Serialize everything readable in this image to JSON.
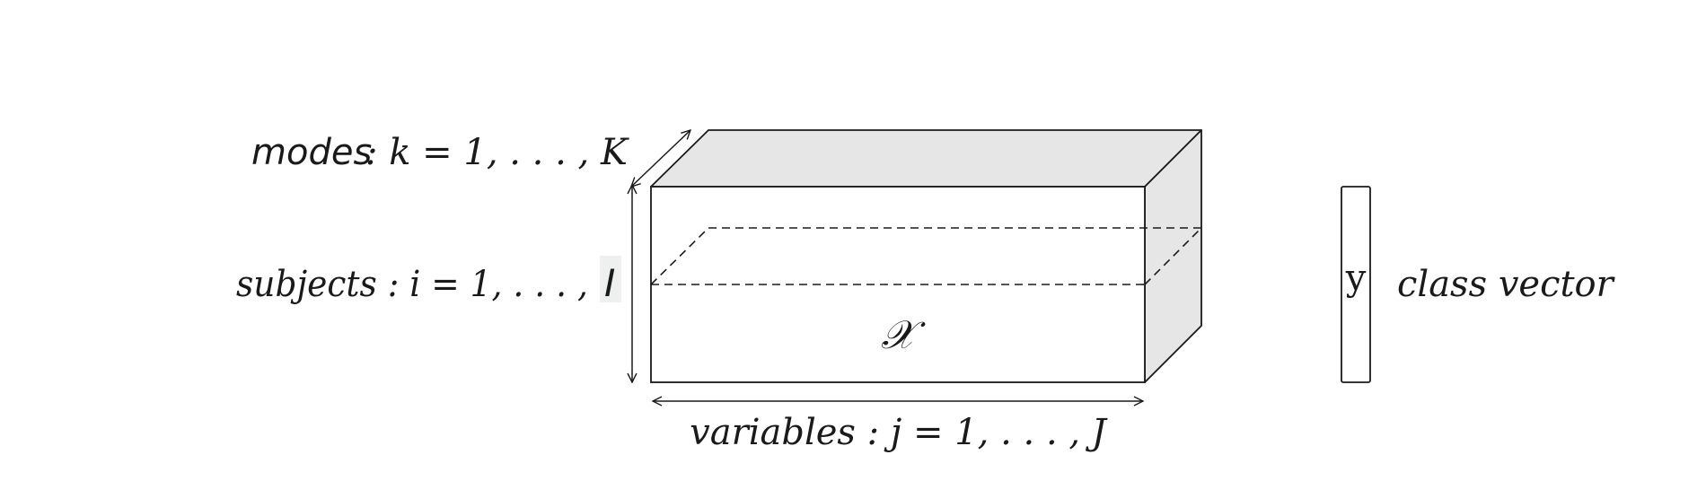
{
  "labels": {
    "modes_word": "modes",
    "modes_eq": ": k = 1, . . . , K",
    "subjects_eq": "subjects : i = 1, . . . ,",
    "subjects_last": "I",
    "variables_eq": "variables : j = 1, . . . , J",
    "tensor_symbol": "𝒳",
    "vector_symbol": "y",
    "vector_caption": "class vector"
  },
  "colors": {
    "face_fill": "#e6e6e6",
    "stroke": "#1a1a1a",
    "subjects_last_bg": "#eef0f0"
  }
}
